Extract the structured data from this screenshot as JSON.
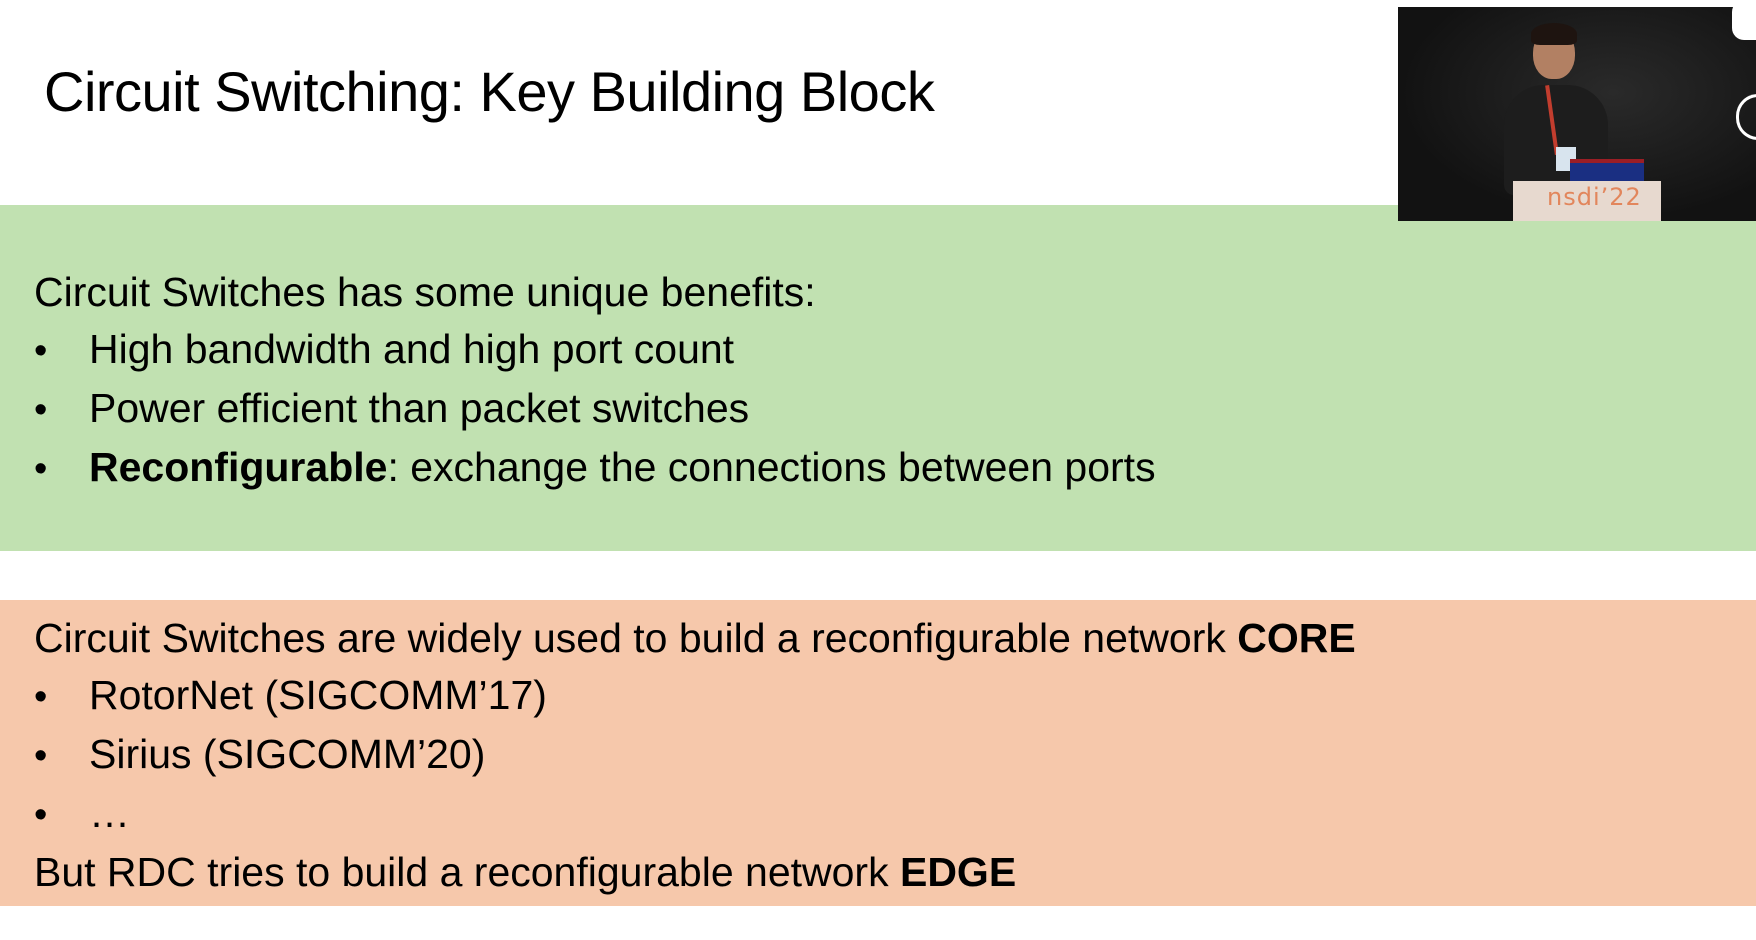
{
  "slide": {
    "title": "Circuit Switching: Key Building Block",
    "green_box": {
      "heading": "Circuit Switches has some unique benefits:",
      "bullets": [
        {
          "bold": "",
          "text": "High bandwidth and high port count"
        },
        {
          "bold": "",
          "text": "Power efficient than packet switches"
        },
        {
          "bold": "Reconfigurable",
          "text": ": exchange the connections between ports"
        }
      ],
      "color": "#c1e1b1"
    },
    "orange_box": {
      "heading_prefix": "Circuit Switches are widely used to build a reconfigurable network ",
      "heading_bold": "CORE",
      "bullets": [
        "RotorNet (SIGCOMM’17)",
        "Sirius (SIGCOMM’20)",
        "…"
      ],
      "footer_prefix": "But RDC tries to build a reconfigurable network ",
      "footer_bold": "EDGE",
      "color": "#f6c8ab"
    },
    "bullet_glyph": "•"
  },
  "webcam": {
    "podium_text": "nsdi’22"
  }
}
